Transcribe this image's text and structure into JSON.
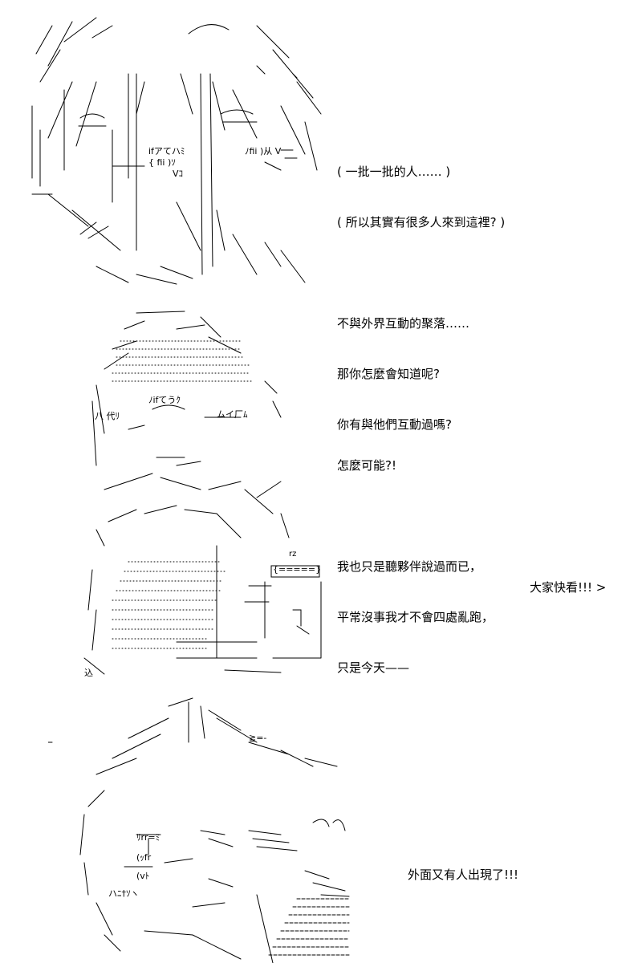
{
  "panels": [
    {
      "lines": [
        "( 一批一批的人…… )",
        "( 所以其實有很多人來到這裡? )",
        "",
        "不與外界互動的聚落……",
        "那你怎麼會知道呢?",
        "你有與他們互動過嗎?"
      ],
      "art_text": [
        "ifアてハﾐ",
        "{ fii )ｿ",
        "ﾉfii )从 V",
        "Vｺ"
      ]
    },
    {
      "lines": [
        "怎麼可能?!",
        "",
        "我也只是聽夥伴說過而已，",
        "平常沒事我才不會四處亂跑，",
        "只是今天——"
      ],
      "side_line": "大家快看!!! >",
      "art_text": [
        "ﾉifてうｸ",
        "八 代ﾘ",
        "ムイ厂ﾑ",
        "rz",
        "{=====}",
        "込"
      ]
    },
    {
      "lines": [
        "外面又有人出現了!!!"
      ],
      "art_text": [
        "≧=-",
        "ﾘrr=ﾐ",
        "(ｯfr",
        "(vﾄ",
        "ハﾆ†ｿヽ"
      ]
    }
  ]
}
